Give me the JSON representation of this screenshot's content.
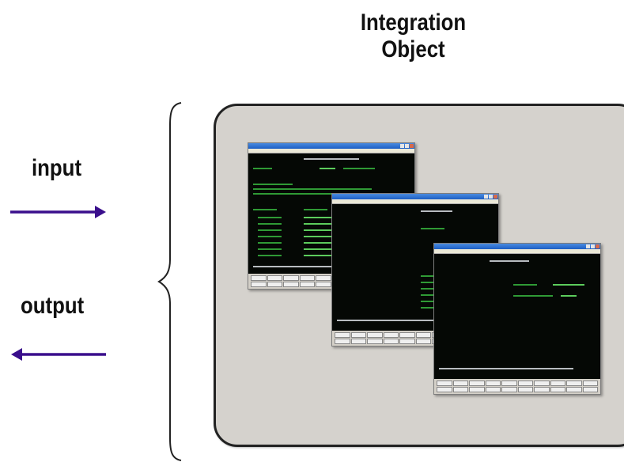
{
  "title": "Integration Object",
  "labels": {
    "input": "input",
    "output": "output"
  },
  "colors": {
    "arrow": "#3a0e8c",
    "box_fill": "#d5d2cd",
    "terminal_bg": "#050805",
    "terminal_text": "#2f9a35"
  },
  "icons": {
    "input_arrow": "arrow-right-icon",
    "output_arrow": "arrow-left-icon",
    "brace": "curly-brace-icon"
  }
}
